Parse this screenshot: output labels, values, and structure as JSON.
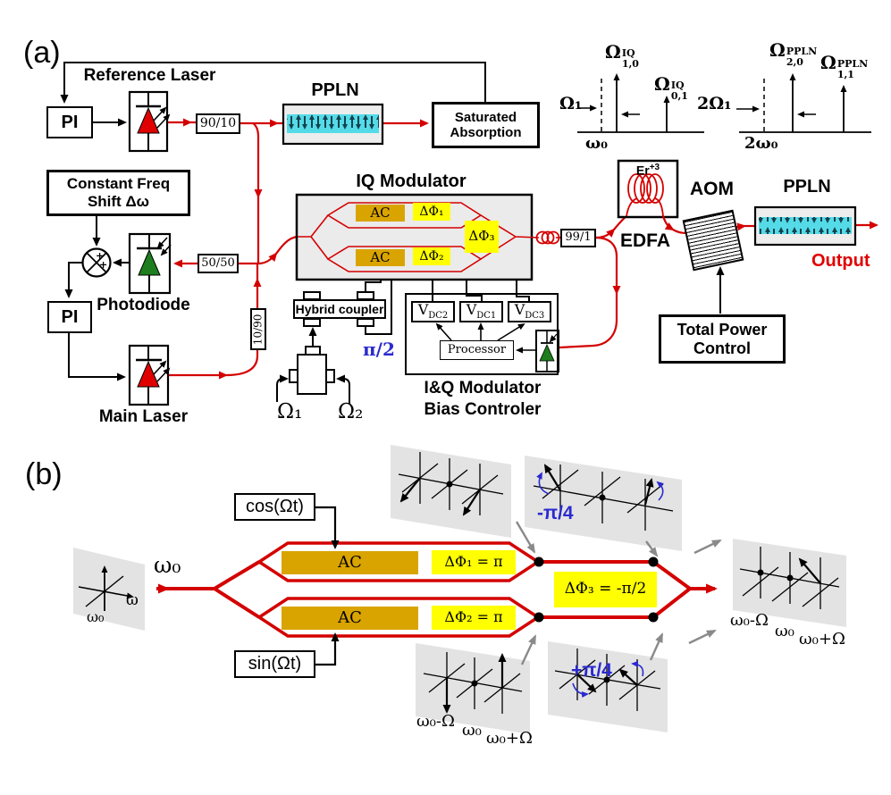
{
  "colors": {
    "fiber_red": "#d40000",
    "signal_black": "#000000",
    "yellow": "#ffff00",
    "gold": "#d9a400",
    "panel_gray": "#e3e3e3",
    "module_gray": "#ebebeb",
    "blue": "#2a2ad0",
    "green": "#1e7d1e",
    "cyan_band": "#55dbe8",
    "output_red": "#e00000",
    "gray_arrow": "#8a8a8a"
  },
  "panel_a": {
    "tag": "(a)",
    "pi_top": "PI",
    "reference_laser_label": "Reference Laser",
    "splitter_90_10": "90/10",
    "ppln_top_label": "PPLN",
    "saturated_absorption": [
      "Saturated",
      "Absorption"
    ],
    "constant_freq": [
      "Constant Freq",
      "Shift Δω"
    ],
    "mixer_plus": "+",
    "photodiode_label": "Photodiode",
    "pi_bottom": "PI",
    "main_laser_label": "Main Laser",
    "splitter_50_50": "50/50",
    "splitter_10_90": "10/90",
    "iq_modulator_title": "IQ Modulator",
    "ac_label": "AC",
    "dphi1": "ΔΦ₁",
    "dphi2": "ΔΦ₂",
    "dphi3": "ΔΦ₃",
    "hybrid_coupler": "Hybrid coupler",
    "pi_over_2": "π/2",
    "omega_1": "Ω₁",
    "omega_2": "Ω₂",
    "bias_title": [
      "I&Q Modulator",
      "Bias Controler"
    ],
    "vdc": [
      {
        "base": "V",
        "sub": "DC2"
      },
      {
        "base": "V",
        "sub": "DC1"
      },
      {
        "base": "V",
        "sub": "DC3"
      }
    ],
    "processor": "Processor",
    "splitter_99_1": "99/1",
    "er": {
      "base": "Er",
      "sup": "+3"
    },
    "edfa": "EDFA",
    "aom": "AOM",
    "ppln_right_label": "PPLN",
    "output": "Output",
    "total_power": [
      "Total Power",
      "Control"
    ],
    "spectrum_iq": {
      "shift": "Ω₁",
      "peak1": {
        "base": "Ω",
        "sup": "IQ",
        "sub": "1,0"
      },
      "peak2": {
        "base": "Ω",
        "sup": "IQ",
        "sub": "0,1"
      },
      "axis": "ω₀"
    },
    "spectrum_ppln": {
      "shift": "2Ω₁",
      "peak1": {
        "base": "Ω",
        "sup": "PPLN",
        "sub": "2,0"
      },
      "peak2": {
        "base": "Ω",
        "sup": "PPLN",
        "sub": "1,1"
      },
      "axis": "2ω₀"
    }
  },
  "panel_b": {
    "tag": "(b)",
    "input_omega": "ω₀",
    "axis_omega": "ω",
    "axis_omega0": "ω₀",
    "cos_label": "cos(Ωt)",
    "sin_label": "sin(Ωt)",
    "ac_label": "AC",
    "dphi1_eq": "ΔΦ₁ = π",
    "dphi2_eq": "ΔΦ₂ = π",
    "dphi3_eq": "ΔΦ₃ = -π/2",
    "rot_minus": "-π/4",
    "rot_plus": "+π/4",
    "freq": [
      "ω₀-Ω",
      "ω₀",
      "ω₀+Ω"
    ]
  }
}
